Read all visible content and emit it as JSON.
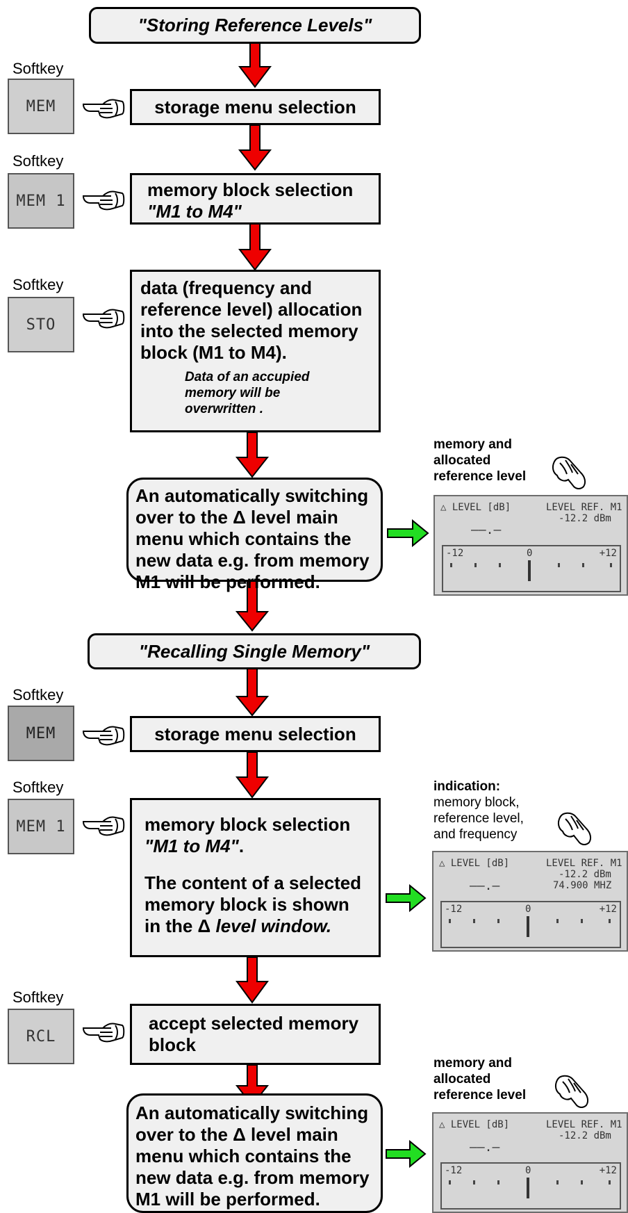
{
  "section1": {
    "title": "\"Storing Reference Levels\""
  },
  "section2": {
    "title": "\"Recalling Single Memory\""
  },
  "softkey_label": "Softkey",
  "softkeys": [
    "MEM",
    "MEM 1",
    "STO",
    "MEM",
    "MEM 1",
    "RCL"
  ],
  "steps": {
    "s1": "storage menu selection",
    "s2_line1": "memory block selection",
    "s2_line2": "\"M1 to M4\"",
    "s3_line1": "data (frequency and",
    "s3_line2": "reference level) allocation",
    "s3_line3": "into the selected memory",
    "s3_line4": "block (M1 to M4).",
    "s3_note1": "Data of an accupied",
    "s3_note2": "memory will be",
    "s3_note3": "overwritten .",
    "s4_line1": "An automatically switching",
    "s4_line2": "over to the Δ  level main",
    "s4_line3": "menu which contains the",
    "s4_line4": "new data e.g. from memory",
    "s4_line5": "M1 will be performed.",
    "r1": "storage menu selection",
    "r2_line1": "memory block selection",
    "r2_line2a": "\"M1 to M4\"",
    "r2_line2b": ".",
    "r2_line3": "The content of a selected",
    "r2_line4": "memory block is shown",
    "r2_line5a": "in the Δ ",
    "r2_line5b": "level window.",
    "r3_line1": "accept selected memory",
    "r3_line2": "block",
    "r4_line1": "An automatically switching",
    "r4_line2": "over to the Δ  level main",
    "r4_line3": "menu which contains the",
    "r4_line4": "new data e.g. from memory",
    "r4_line5": "M1 will be performed."
  },
  "callouts": {
    "c1": [
      "memory and",
      "allocated",
      "reference level"
    ],
    "c2_title": "indication:",
    "c2": [
      "memory block,",
      "reference level,",
      "and frequency"
    ],
    "c3": [
      "memory and",
      "allocated",
      "reference level"
    ]
  },
  "lcd": {
    "header_left": "△ LEVEL  [dB]",
    "header_right": "LEVEL REF. M1",
    "value": "-12.2  dBm",
    "frequency": "74.900 MHZ",
    "reading": "——.—",
    "scale_min": "-12",
    "scale_mid": "0",
    "scale_max": "+12"
  },
  "colors": {
    "arrow_red": "#ee0000",
    "arrow_green": "#22dd22",
    "box_fill": "#f0f0f0"
  }
}
